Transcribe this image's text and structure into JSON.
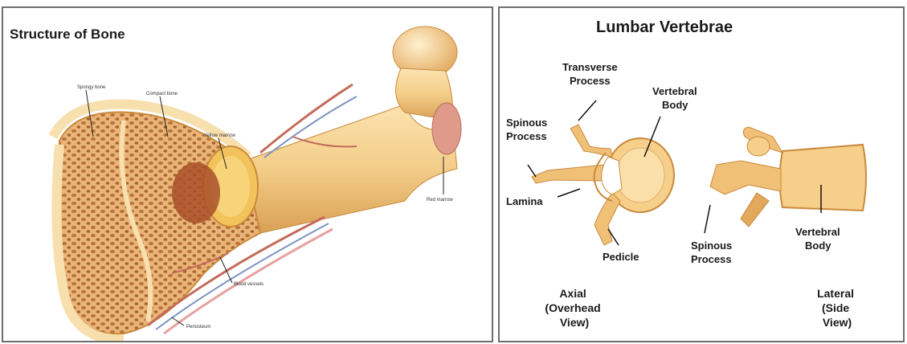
{
  "colors": {
    "border": "#6e6e6e",
    "bone_light": "#f7d9a0",
    "bone_mid": "#e8b56b",
    "bone_dark": "#c98a3c",
    "spongy": "#b8713a",
    "marrow_red": "#a8502a",
    "vessel_red": "#c46a5a",
    "vessel_blue": "#7d93c0",
    "periosteum": "#e8a0a0",
    "label_line": "#222222"
  },
  "left_panel": {
    "title": "Structure of Bone",
    "labels": {
      "spongy_bone": "Spongy bone",
      "compact_bone": "Compact bone",
      "yellow_marrow": "Yellow marrow",
      "blood_vessels": "Blood vessels",
      "periosteum": "Periosteum",
      "red_marrow": "Red marrow"
    }
  },
  "right_panel": {
    "title": "Lumbar Vertebrae",
    "axial": {
      "labels": {
        "transverse_process": [
          "Transverse",
          "Process"
        ],
        "vertebral_body": [
          "Vertebral",
          "Body"
        ],
        "spinous_process": [
          "Spinous",
          "Process"
        ],
        "lamina": "Lamina",
        "pedicle": "Pedicle"
      },
      "caption": [
        "Axial",
        "(Overhead",
        "View)"
      ]
    },
    "lateral": {
      "labels": {
        "spinous_process": [
          "Spinous",
          "Process"
        ],
        "vertebral_body": [
          "Vertebral",
          "Body"
        ]
      },
      "caption": [
        "Lateral",
        "(Side",
        "View)"
      ]
    }
  }
}
